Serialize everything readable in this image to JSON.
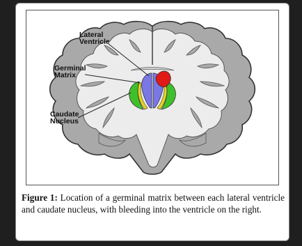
{
  "figure": {
    "labels": {
      "lateral_ventricle": "Lateral\nVentricle",
      "germinal_matrix": "Germinal\nMatrix",
      "caudate_nucleus": "Caudate\nNucleus"
    },
    "colors": {
      "ventricle": "#7a78e6",
      "germinal_matrix": "#e8d21e",
      "caudate_nucleus": "#3fc02a",
      "hemorrhage": "#e01a16",
      "gray_matter": "#a9a9a9",
      "white_matter": "#ececec"
    }
  },
  "caption": {
    "lead": "Figure 1:",
    "text": " Location of a germinal matrix between each lateral ventricle and caudate nucleus, with bleeding into the ventricle on the right."
  }
}
